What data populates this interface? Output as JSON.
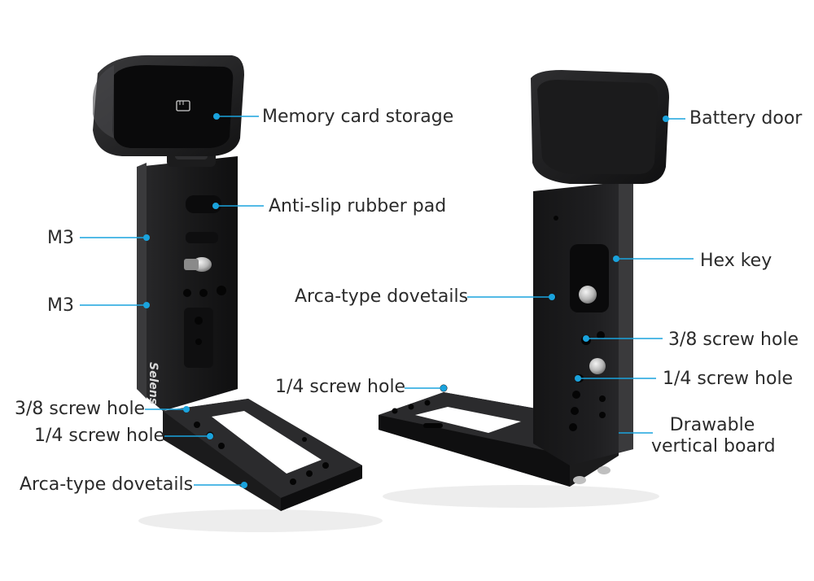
{
  "brand": "Selens",
  "accent_color": "#1aa3dd",
  "labels": {
    "memory_card_storage": "Memory card storage",
    "anti_slip_rubber_pad": "Anti-slip rubber pad",
    "m3_upper": "M3",
    "m3_lower": "M3",
    "left_38_screw_hole": "3/8 screw hole",
    "left_14_screw_hole": "1/4 screw hole",
    "left_arca_dovetails": "Arca-type dovetails",
    "battery_door": "Battery door",
    "hex_key": "Hex key",
    "right_arca_dovetails": "Arca-type dovetails",
    "right_38_screw_hole": "3/8 screw hole",
    "right_14_screw_hole": "1/4 screw hole",
    "base_14_screw_hole": "1/4 screw hole",
    "drawable_line1": "Drawable",
    "drawable_line2": "vertical board"
  }
}
